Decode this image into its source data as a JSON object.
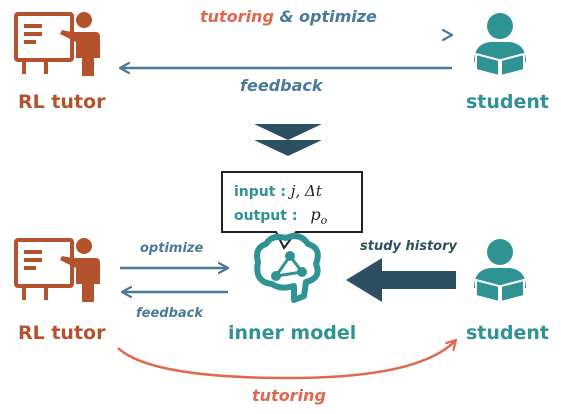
{
  "colors": {
    "tutor": "#b5522e",
    "student": "#2f9394",
    "arrow_blue": "#4b7a98",
    "arrow_red": "#e0684f",
    "arrow_navy": "#2c4f62"
  },
  "icons": {
    "tutor": "teacher-at-board-icon",
    "student": "student-reading-icon",
    "model": "brain-network-icon",
    "transition": "double-chevron-down-icon"
  },
  "top": {
    "arrow_forward_label_part1": "tutoring",
    "arrow_forward_label_amp": " & ",
    "arrow_forward_label_part2": "optimize",
    "arrow_back_label": "feedback",
    "tutor_label": "RL tutor",
    "student_label": "student"
  },
  "bottom": {
    "optimize_label": "optimize",
    "feedback_label": "feedback",
    "study_history_label": "study history",
    "tutoring_label": "tutoring",
    "tutor_label": "RL tutor",
    "student_label": "student",
    "model_label": "inner model",
    "callout": {
      "input_label": "input :",
      "input_value": "j, Δt",
      "output_label": "output :",
      "output_value_base": "p",
      "output_value_sub": "o"
    }
  }
}
